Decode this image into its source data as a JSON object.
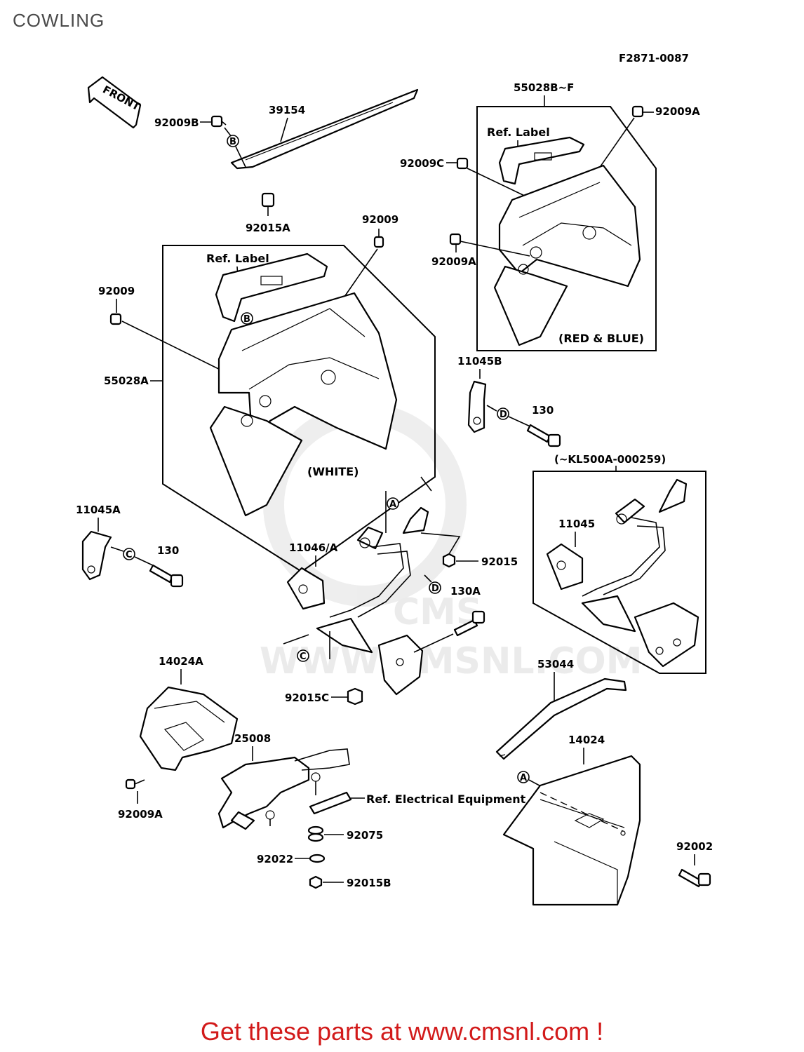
{
  "title": "COWLING",
  "figure_code": "F2871-0087",
  "front_arrow": "FRONT",
  "footer": "Get these parts at www.cmsnl.com !",
  "watermark": "WWW.CMSNL.COM",
  "watermark_logo": "CMS",
  "labels": {
    "p39154": "39154",
    "p92009B": "92009B",
    "p92015A": "92015A",
    "p92009_top": "92009",
    "p92009_left": "92009",
    "p55028A": "55028A",
    "p55028BF": "55028B~F",
    "p92009A_top": "92009A",
    "p92009C": "92009C",
    "p92009A_mid": "92009A",
    "p11045B": "11045B",
    "p130_right": "130",
    "p11045A": "11045A",
    "p130_left": "130",
    "p11046A": "11046/A",
    "p92015": "92015",
    "p130A": "130A",
    "p11045": "11045",
    "p92015C": "92015C",
    "p14024A": "14024A",
    "p25008": "25008",
    "p53044": "53044",
    "p14024": "14024",
    "p92009A_bottom": "92009A",
    "p92075": "92075",
    "p92022": "92022",
    "p92015B": "92015B",
    "p92002": "92002"
  },
  "notes": {
    "ref_label_left": "Ref. Label",
    "ref_label_right": "Ref. Label",
    "white": "(WHITE)",
    "red_blue": "(RED & BLUE)",
    "serial_range": "(~KL500A-000259)",
    "ref_electrical": "Ref. Electrical Equipment"
  },
  "callouts": {
    "a": "A",
    "b": "B",
    "c": "C",
    "d": "D"
  }
}
